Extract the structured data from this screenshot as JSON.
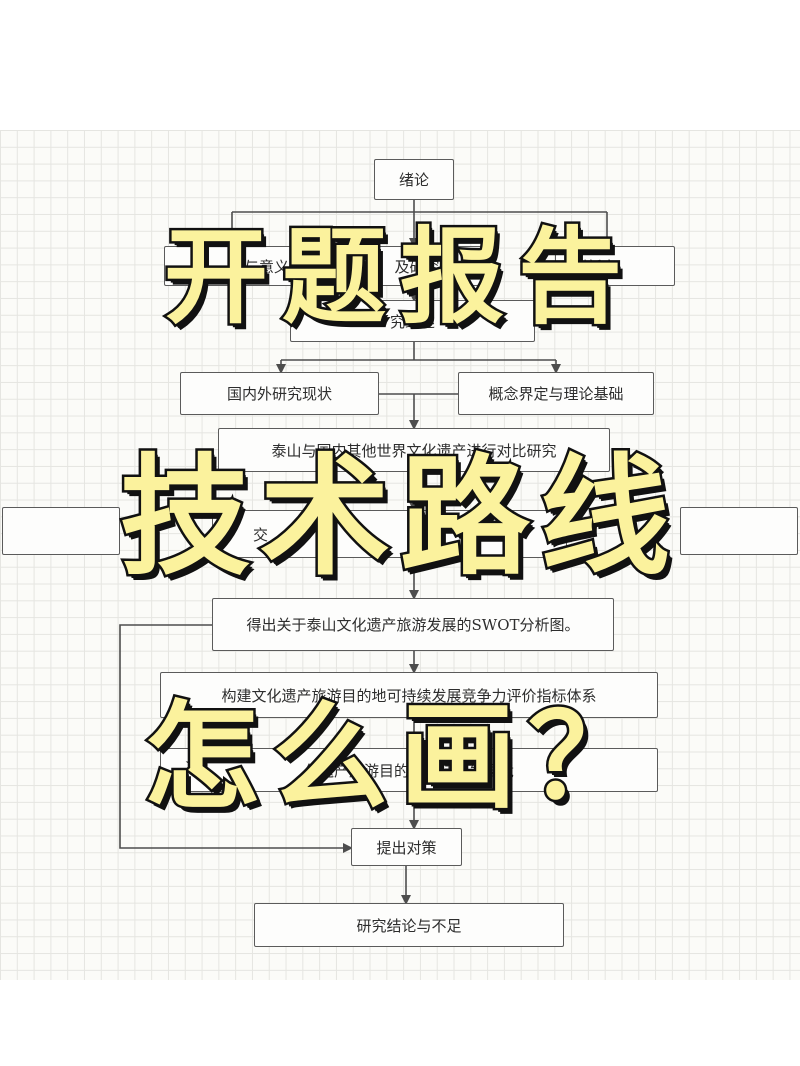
{
  "flowchart": {
    "n_intro": "绪论",
    "n_significance": "与意义",
    "n_methods": "及研究",
    "n_innovation": "创新之",
    "n_review": "究综述",
    "n_status": "国内外研究现状",
    "n_concepts": "概念界定与理论基础",
    "n_compare": "泰山与国内其他世界文化遗产进行对比研究",
    "n_left": "",
    "n_center": "交",
    "n_right": "",
    "n_swot": "得出关于泰山文化遗产旅游发展的SWOT分析图。",
    "n_index": "构建文化遗产旅游目的地可持续发展竞争力评价指标体系",
    "n_eval": "化遗产旅游目的地可持续发展竞",
    "n_measures": "提出对策",
    "n_conclusion": "研究结论与不足"
  },
  "overlay": {
    "line1": "开题报告",
    "line2": "技术路线",
    "line3": "怎么画？"
  },
  "colors": {
    "overlay_fill": "#fbf29d",
    "overlay_outline": "#111111",
    "line": "#4d4d4d"
  }
}
